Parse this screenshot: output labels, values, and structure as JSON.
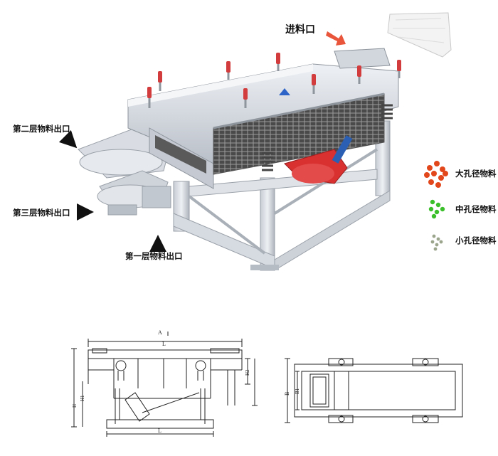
{
  "labels": {
    "feed_inlet": "进料口",
    "outlet_layer2": "第二层物料出口",
    "outlet_layer3": "第三层物料出口",
    "outlet_layer1": "第一层物料出口"
  },
  "legend": [
    {
      "label": "大孔径物料",
      "color": "#e2461b"
    },
    {
      "label": "中孔径物料",
      "color": "#3bbf2a"
    },
    {
      "label": "小孔径物料",
      "color": "#9aa58c"
    }
  ],
  "colors": {
    "arrow_feed": "#e8553a",
    "arrow_outlet": "#111111",
    "frame": "#cfd4dc",
    "motor": "#d93030",
    "grid": "#3b3b3b"
  },
  "drawing": {
    "side_view": {
      "dim_A": "A",
      "dim_L_top": "L",
      "dim_L_bottom": "L",
      "dim_H": "H",
      "dim_H1": "H1",
      "dim_H2": "H2"
    },
    "plan_view": {
      "dim_B": "B",
      "dim_B1": "B1"
    }
  }
}
